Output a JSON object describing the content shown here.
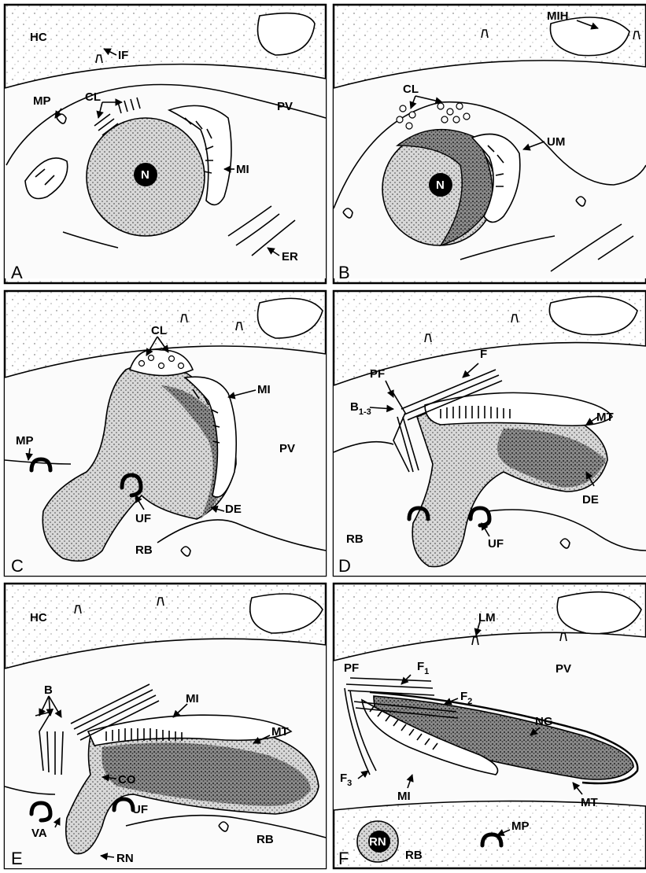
{
  "panels": [
    {
      "letter": "A",
      "labels": [
        {
          "id": "hc",
          "text": "HC"
        },
        {
          "id": "if",
          "text": "IF"
        },
        {
          "id": "cl",
          "text": "CL"
        },
        {
          "id": "mp",
          "text": "MP"
        },
        {
          "id": "pv",
          "text": "PV"
        },
        {
          "id": "n",
          "text": "N"
        },
        {
          "id": "mi",
          "text": "MI"
        },
        {
          "id": "er",
          "text": "ER"
        }
      ]
    },
    {
      "letter": "B",
      "labels": [
        {
          "id": "mih",
          "text": "MIH"
        },
        {
          "id": "cl",
          "text": "CL"
        },
        {
          "id": "um",
          "text": "UM"
        },
        {
          "id": "n",
          "text": "N"
        }
      ]
    },
    {
      "letter": "C",
      "labels": [
        {
          "id": "cl",
          "text": "CL"
        },
        {
          "id": "mi",
          "text": "MI"
        },
        {
          "id": "mp",
          "text": "MP"
        },
        {
          "id": "pv",
          "text": "PV"
        },
        {
          "id": "de",
          "text": "DE"
        },
        {
          "id": "uf",
          "text": "UF"
        },
        {
          "id": "rb",
          "text": "RB"
        }
      ]
    },
    {
      "letter": "D",
      "labels": [
        {
          "id": "f",
          "text": "F"
        },
        {
          "id": "pf",
          "text": "PF"
        },
        {
          "id": "b",
          "text": "B",
          "sub": "1-3"
        },
        {
          "id": "mt",
          "text": "MT"
        },
        {
          "id": "de",
          "text": "DE"
        },
        {
          "id": "uf",
          "text": "UF"
        },
        {
          "id": "rb",
          "text": "RB"
        }
      ]
    },
    {
      "letter": "E",
      "labels": [
        {
          "id": "hc",
          "text": "HC"
        },
        {
          "id": "b",
          "text": "B"
        },
        {
          "id": "mi",
          "text": "MI"
        },
        {
          "id": "mt",
          "text": "MT"
        },
        {
          "id": "co",
          "text": "CO"
        },
        {
          "id": "uf",
          "text": "UF"
        },
        {
          "id": "va",
          "text": "VA"
        },
        {
          "id": "rb",
          "text": "RB"
        },
        {
          "id": "rn",
          "text": "RN"
        }
      ]
    },
    {
      "letter": "F",
      "labels": [
        {
          "id": "lm",
          "text": "LM"
        },
        {
          "id": "pf",
          "text": "PF"
        },
        {
          "id": "f1",
          "text": "F",
          "sub": "1"
        },
        {
          "id": "pv",
          "text": "PV"
        },
        {
          "id": "f2",
          "text": "F",
          "sub": "2"
        },
        {
          "id": "ng",
          "text": "NG"
        },
        {
          "id": "f3",
          "text": "F",
          "sub": "3"
        },
        {
          "id": "mi",
          "text": "MI"
        },
        {
          "id": "mt",
          "text": "MT"
        },
        {
          "id": "mp",
          "text": "MP"
        },
        {
          "id": "rn",
          "text": "RN"
        },
        {
          "id": "rb",
          "text": "RB"
        }
      ]
    }
  ]
}
